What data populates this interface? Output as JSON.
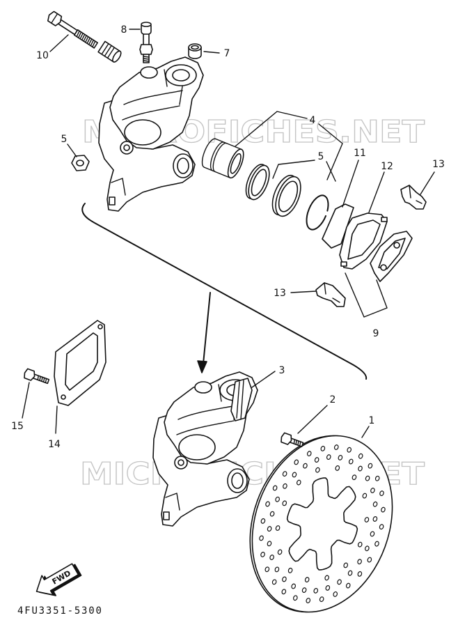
{
  "callouts": [
    "10",
    "8",
    "7",
    "4",
    "5",
    "5",
    "11",
    "12",
    "13",
    "13",
    "9",
    "3",
    "2",
    "1",
    "15",
    "14"
  ],
  "fwd_label": "FWD",
  "drawing_code": "4FU3351-5300",
  "watermark": "MICROFICHES.NET",
  "fwd_icon": "fwd-arrow-icon",
  "colors": {
    "ink": "#111111",
    "paper": "#ffffff",
    "watermark": "#c4c4c4"
  }
}
